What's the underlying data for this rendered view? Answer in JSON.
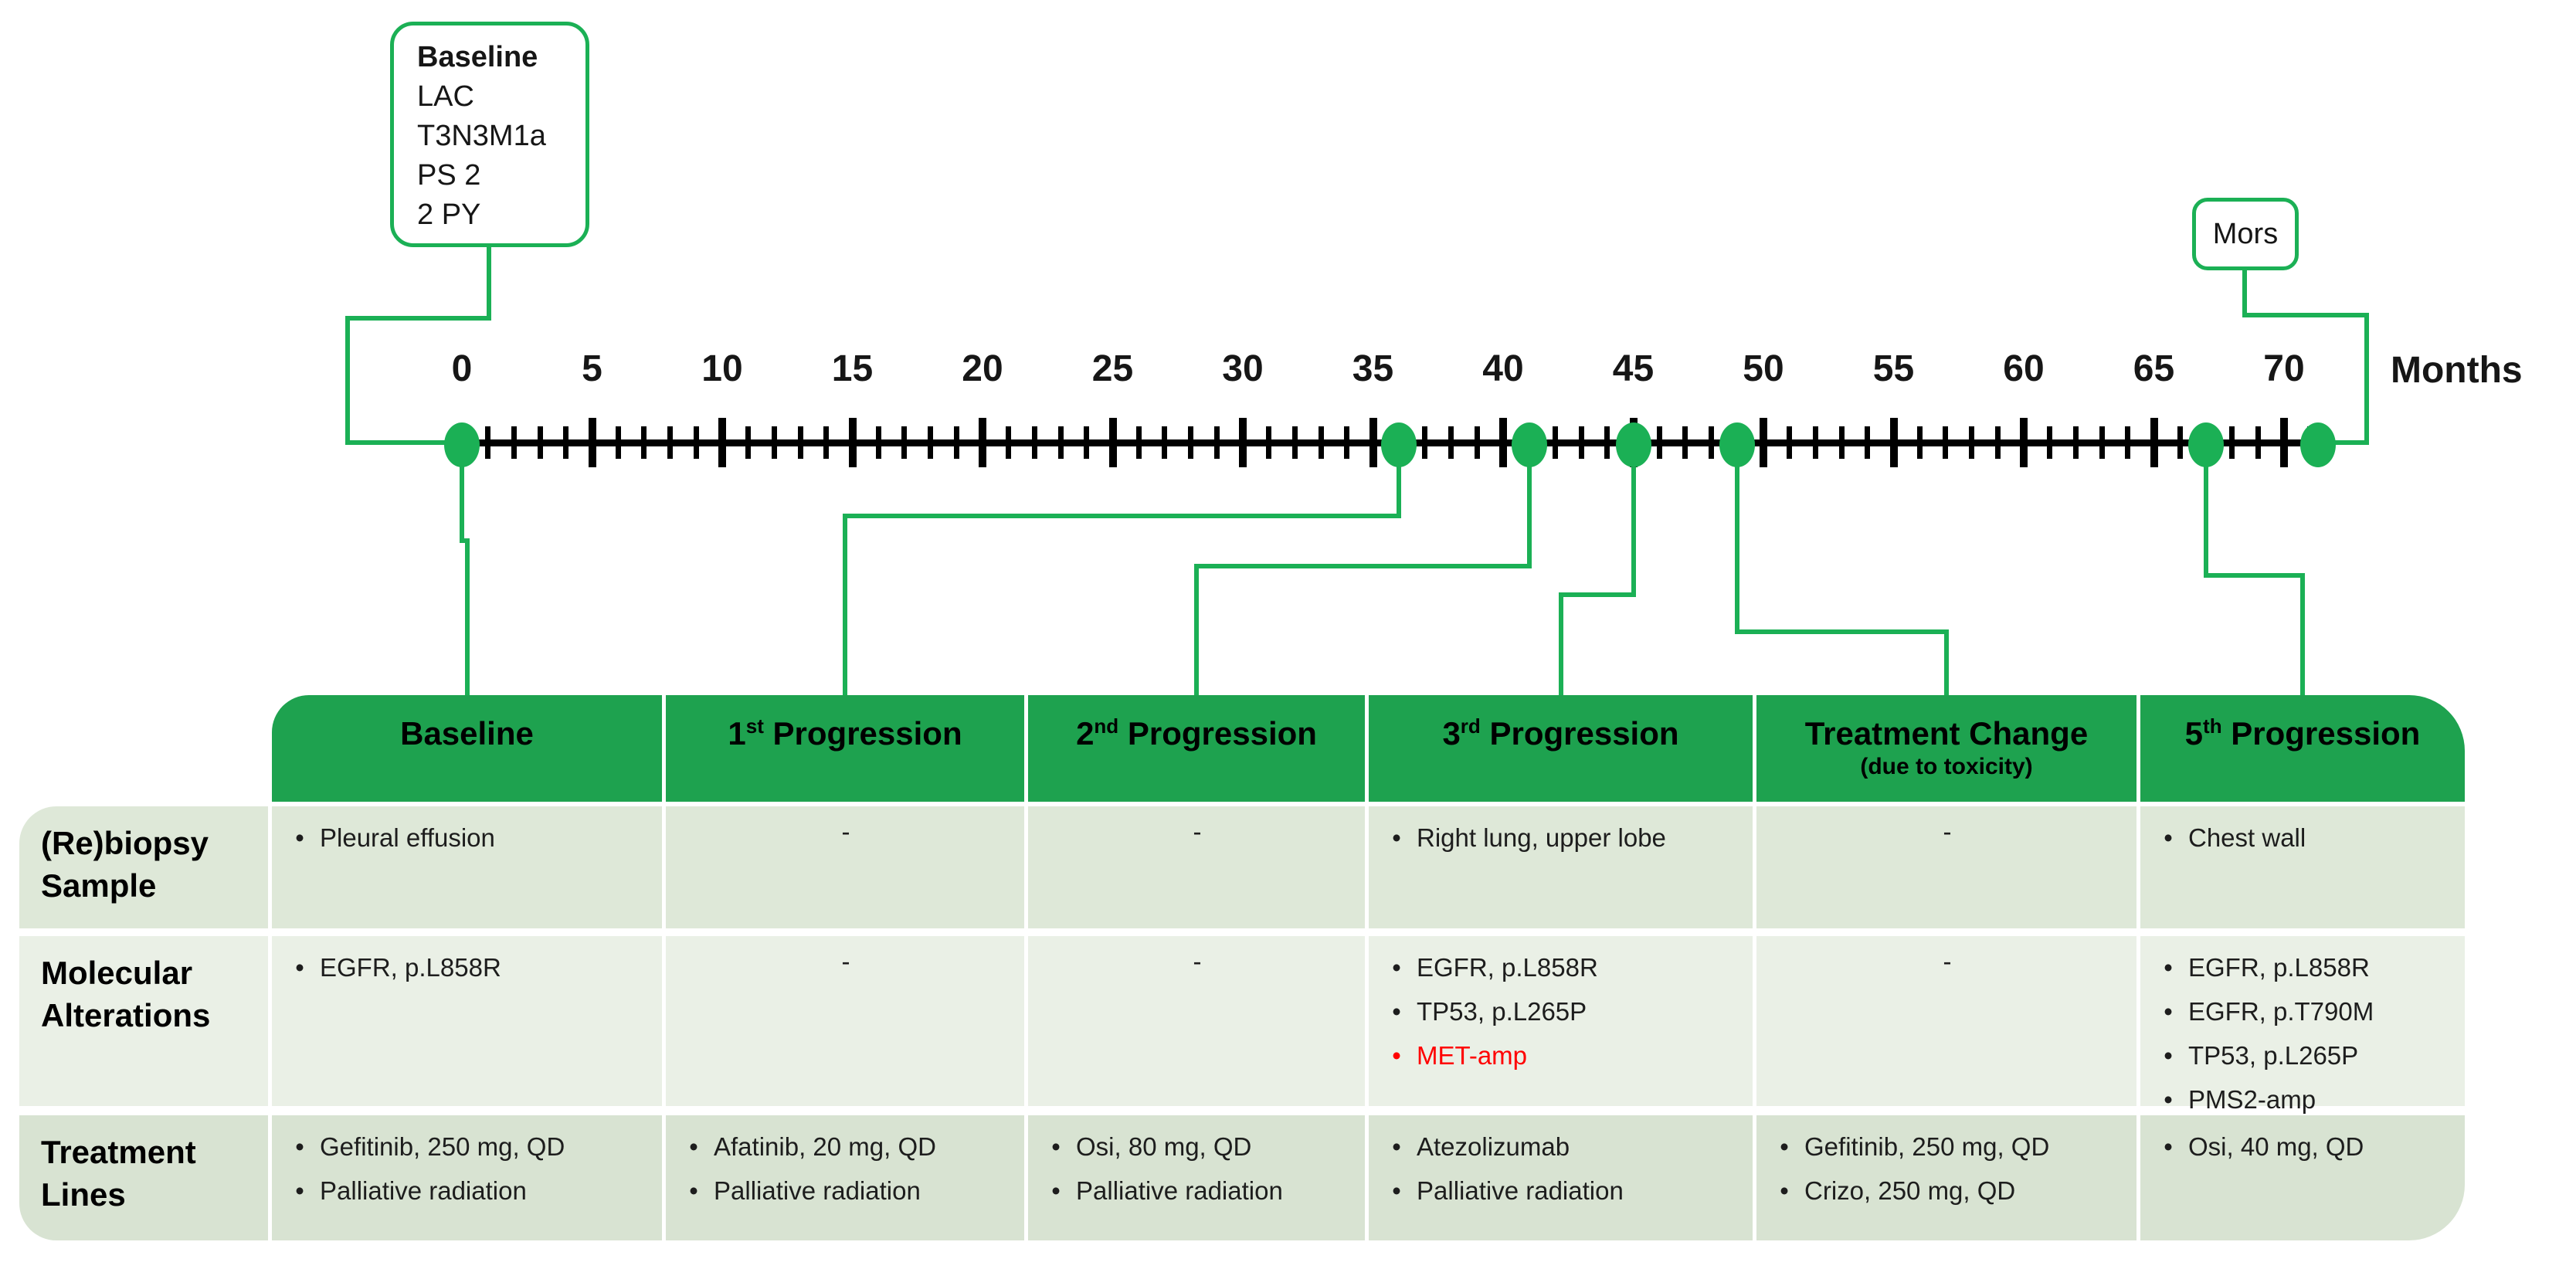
{
  "callout": {
    "title": "Baseline",
    "lines": [
      "LAC",
      "T3N3M1a",
      "PS 2",
      "2 PY"
    ]
  },
  "death_label": "Mors",
  "timeline": {
    "axis_label": "Months",
    "month_min": 0,
    "month_max": 72,
    "major_step": 5,
    "major_labels": [
      "0",
      "5",
      "10",
      "15",
      "20",
      "25",
      "30",
      "35",
      "40",
      "45",
      "50",
      "55",
      "60",
      "65",
      "70"
    ],
    "event_months": [
      0,
      36,
      41,
      45,
      49,
      67
    ],
    "death_month": 71.3
  },
  "colors": {
    "green": "#1bb055",
    "header_green": "#1ea24f",
    "alert": "#ff0000",
    "row_bgs": [
      "#dee8d8",
      "#eaf0e6",
      "#d8e3d2"
    ]
  },
  "table": {
    "headers": [
      {
        "text": "Baseline"
      },
      {
        "base": "1",
        "sup": "st",
        "rest": "Progression"
      },
      {
        "base": "2",
        "sup": "nd",
        "rest": "Progression"
      },
      {
        "base": "3",
        "sup": "rd",
        "rest": "Progression"
      },
      {
        "text": "Treatment Change",
        "subtext": "(due to toxicity)"
      },
      {
        "base": "5",
        "sup": "th",
        "rest": "Progression"
      }
    ],
    "rows": [
      {
        "label": "(Re)biopsy Sample",
        "cells": [
          {
            "items": [
              {
                "text": "Pleural effusion"
              }
            ]
          },
          {
            "dash": "-"
          },
          {
            "dash": "-"
          },
          {
            "items": [
              {
                "text": "Right lung, upper lobe"
              }
            ]
          },
          {
            "dash": "-"
          },
          {
            "items": [
              {
                "text": "Chest wall"
              }
            ]
          }
        ]
      },
      {
        "label": "Molecular Alterations",
        "cells": [
          {
            "items": [
              {
                "text": "EGFR, p.L858R"
              }
            ]
          },
          {
            "dash": "-"
          },
          {
            "dash": "-"
          },
          {
            "items": [
              {
                "text": "EGFR, p.L858R"
              },
              {
                "text": "TP53, p.L265P"
              },
              {
                "text": "MET-amp",
                "alert": true
              }
            ]
          },
          {
            "dash": "-"
          },
          {
            "items": [
              {
                "text": "EGFR, p.L858R"
              },
              {
                "text": "EGFR, p.T790M"
              },
              {
                "text": "TP53, p.L265P"
              },
              {
                "text": "PMS2-amp"
              }
            ]
          }
        ]
      },
      {
        "label": "Treatment Lines",
        "cells": [
          {
            "items": [
              {
                "text": "Gefitinib, 250 mg, QD"
              },
              {
                "text": "Palliative radiation"
              }
            ]
          },
          {
            "items": [
              {
                "text": "Afatinib, 20 mg, QD"
              },
              {
                "text": "Palliative radiation"
              }
            ]
          },
          {
            "items": [
              {
                "text": "Osi, 80 mg, QD"
              },
              {
                "text": "Palliative radiation"
              }
            ]
          },
          {
            "items": [
              {
                "text": "Atezolizumab"
              },
              {
                "text": "Palliative radiation"
              }
            ]
          },
          {
            "items": [
              {
                "text": "Gefitinib, 250 mg, QD"
              },
              {
                "text": "Crizo, 250 mg, QD"
              }
            ]
          },
          {
            "items": [
              {
                "text": "Osi, 40 mg, QD"
              }
            ]
          }
        ]
      }
    ]
  }
}
